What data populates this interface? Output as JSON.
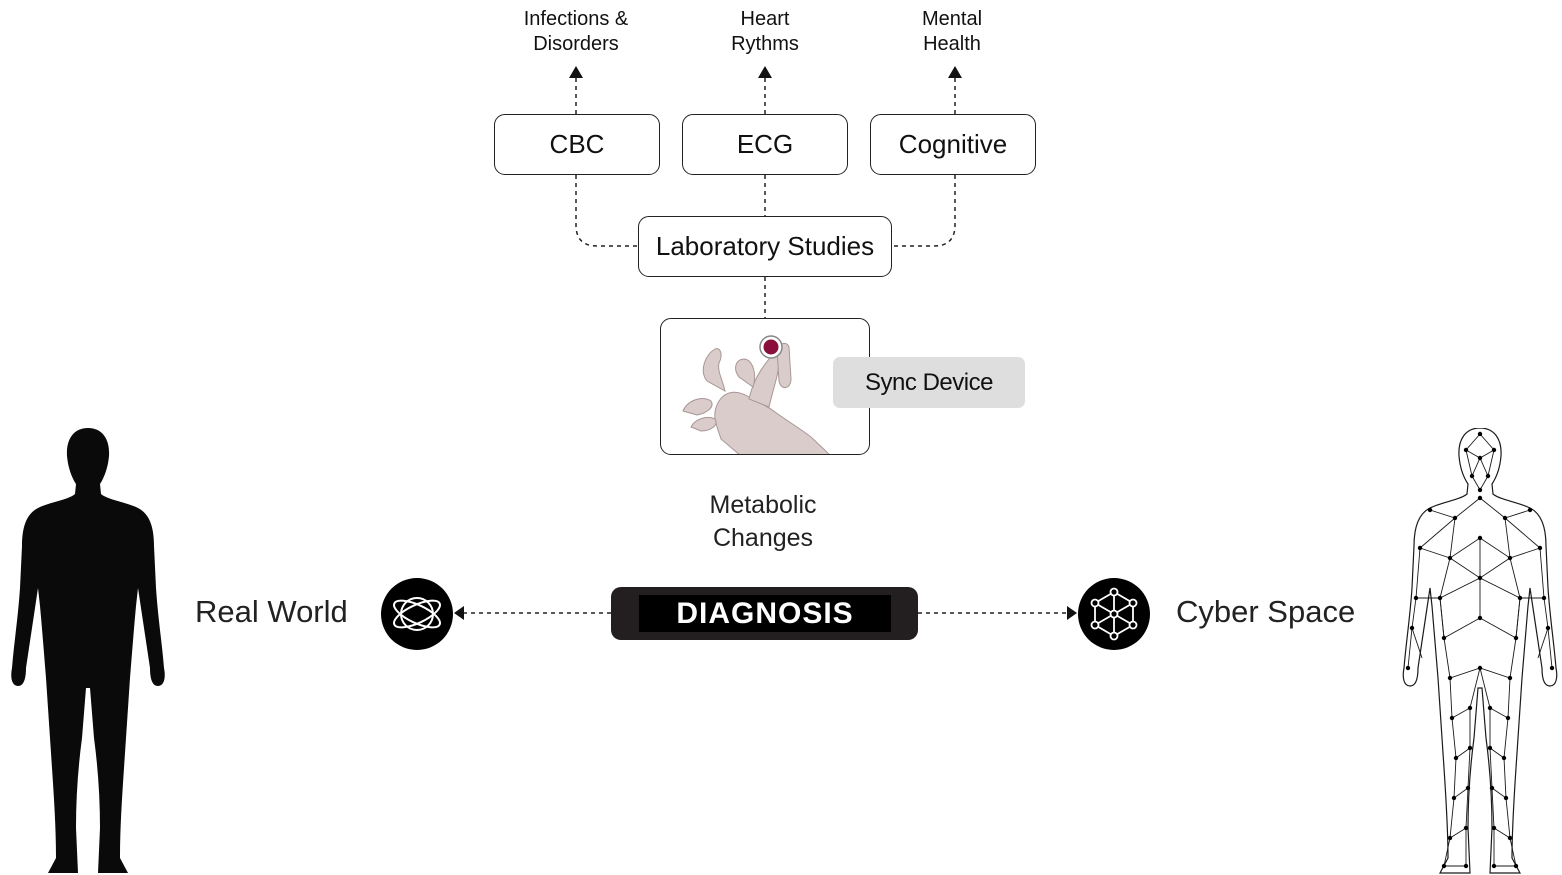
{
  "outcomes": {
    "infections": "Infections &\nDisorders",
    "heart": "Heart\nRythms",
    "mental": "Mental\nHealth"
  },
  "tests": {
    "cbc": "CBC",
    "ecg": "ECG",
    "cognitive": "Cognitive"
  },
  "lab_studies": "Laboratory Studies",
  "sync_device": "Sync Device",
  "metabolic": "Metabolic\nChanges",
  "diagnosis": "DIAGNOSIS",
  "real_world": "Real World",
  "cyber_space": "Cyber Space",
  "colors": {
    "line": "#222222",
    "pill": "#dedede",
    "sensor": "#8a0f3a",
    "silhouette": "#0a0a0a"
  }
}
